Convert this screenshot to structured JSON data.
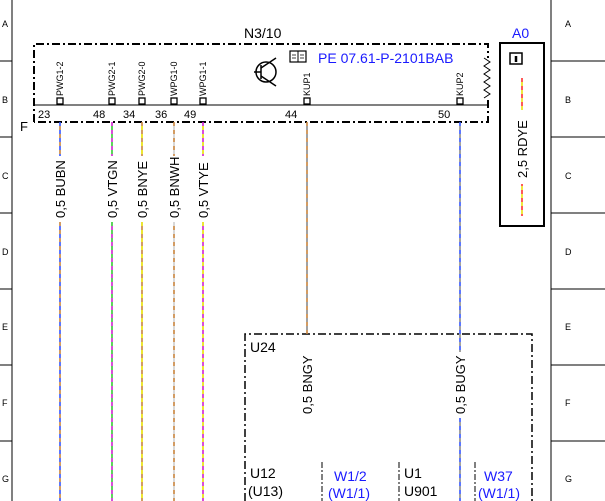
{
  "row_labels": [
    "A",
    "B",
    "C",
    "D",
    "E",
    "F",
    "G"
  ],
  "connector": {
    "name": "N3/10",
    "ground_label": "F"
  },
  "reference": {
    "code": "PE 07.61-P-2101BAB",
    "color": "#1a1aff"
  },
  "module_a0": {
    "label": "A0",
    "wire_label": "2,5 RDYE",
    "color": "#1a1aff"
  },
  "pins": [
    {
      "name": "PWG1-2",
      "num": "23",
      "wire": "0,5 BUBN"
    },
    {
      "name": "PWG2-1",
      "num": "48",
      "wire": "0,5 VTGN"
    },
    {
      "name": "PWG2-0",
      "num": "34",
      "wire": "0,5 BNYE"
    },
    {
      "name": "WPG1-0",
      "num": "36",
      "wire": "0,5 BNWH"
    },
    {
      "name": "WPG1-1",
      "num": "49",
      "wire": "0,5 VTYE"
    },
    {
      "name": "KUP1",
      "num": "44",
      "wire": "0,5 BNGY"
    },
    {
      "name": "KUP2",
      "num": "50",
      "wire": "0,5 BUGY"
    }
  ],
  "u24": {
    "label": "U24"
  },
  "bottom_labels": {
    "u12": "U12",
    "u13": "(U13)",
    "w12": "W1/2",
    "w11a": "(W1/1)",
    "u1": "U1",
    "u901": "U901",
    "w37": "W37",
    "w11b": "(W1/1)"
  },
  "wire_colors": {
    "BU": "#3355ff",
    "BN": "#c8843c",
    "VT": "#d020d0",
    "GN": "#33cc33",
    "YE": "#e8e000",
    "WH": "#cfcfcf",
    "GY": "#8a8a8a",
    "RD": "#ff2222"
  }
}
